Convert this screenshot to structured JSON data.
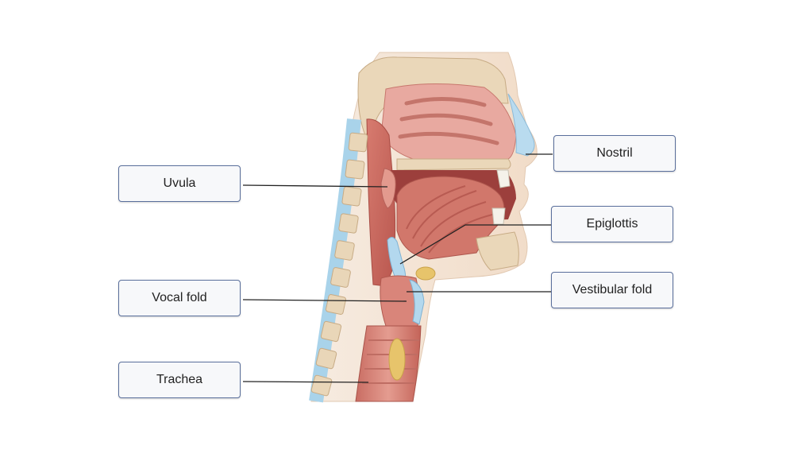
{
  "labels": {
    "uvula": "Uvula",
    "vocal_fold": "Vocal fold",
    "trachea": "Trachea",
    "nostril": "Nostril",
    "epiglottis": "Epiglottis",
    "vestibular_fold": "Vestibular fold"
  },
  "colors": {
    "soft_tissue": "#d98478",
    "muscle": "#c9655c",
    "bone": "#e9d6b8",
    "cartilage": "#a9d3ea",
    "skin": "#f3e4d3",
    "gland": "#e7c46b",
    "box_border": "#5a6f9c"
  }
}
